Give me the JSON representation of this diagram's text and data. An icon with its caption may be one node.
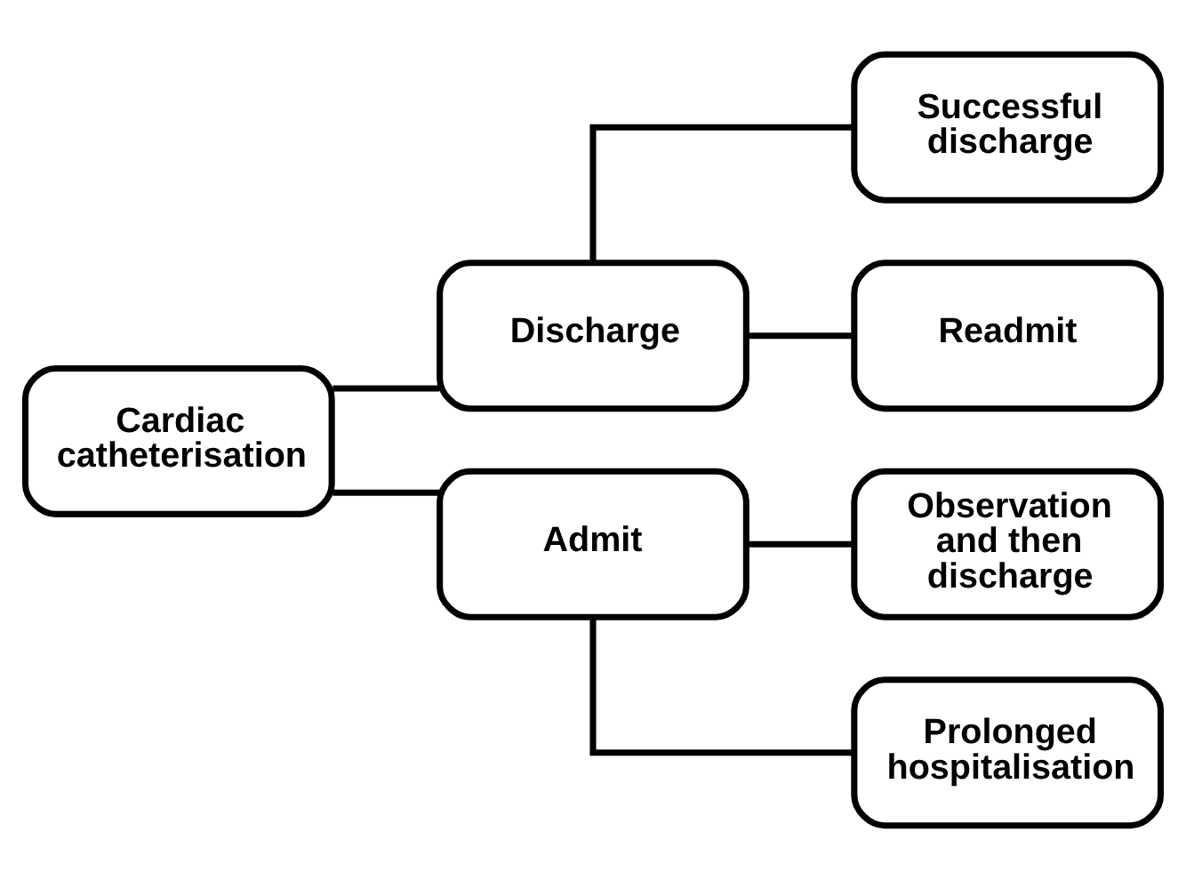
{
  "diagram": {
    "nodes": [
      {
        "text": [
          "Cardiac catheterisation"
        ]
      },
      {
        "text": [
          "Discharge"
        ]
      },
      {
        "text": [
          "Successful discharge"
        ]
      },
      {
        "text": [
          "Readmit"
        ]
      },
      {
        "text": [
          "Admit"
        ]
      },
      {
        "text": [
          "Observation and then discharge"
        ]
      },
      {
        "text": [
          "Prolonged hospitalisation"
        ]
      }
    ],
    "edges": [
      {
        "from": 0,
        "to": 1,
        "arrow": "none"
      },
      {
        "from": 0,
        "to": 4,
        "arrow": "none"
      },
      {
        "from": 1,
        "to": 2,
        "arrow": "none"
      },
      {
        "from": 1,
        "to": 3,
        "arrow": "none"
      },
      {
        "from": 4,
        "to": 5,
        "arrow": "none"
      },
      {
        "from": 4,
        "to": 6,
        "arrow": "none"
      }
    ]
  }
}
